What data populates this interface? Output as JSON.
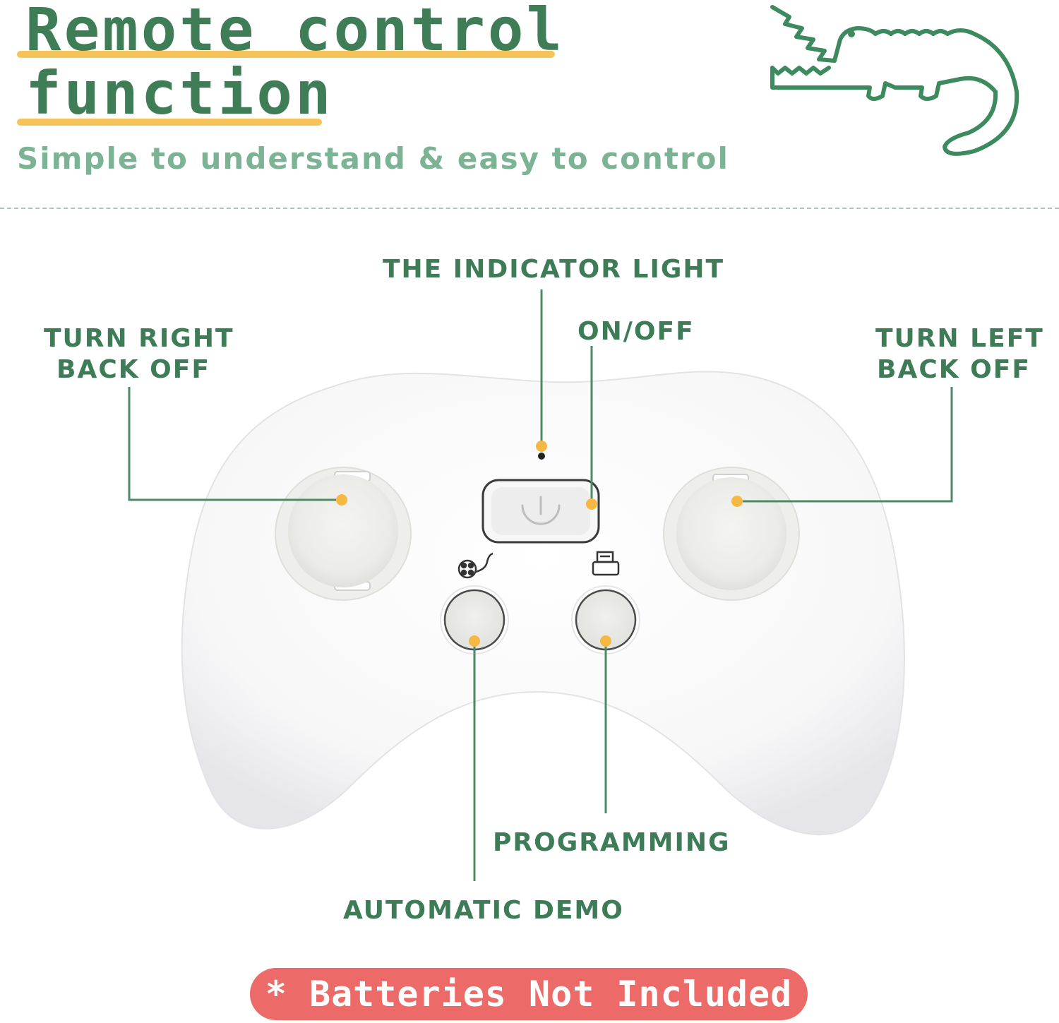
{
  "header": {
    "title_line_1": "Remote control",
    "title_line_2": "function",
    "subtitle": "Simple to understand & easy to control"
  },
  "logo": {
    "icon": "crocodile-icon"
  },
  "callouts": {
    "indicator_light": "THE INDICATOR LIGHT",
    "on_off": "ON/OFF",
    "turn_right_line1": "TURN RIGHT",
    "turn_right_line2": "BACK OFF",
    "turn_left_line1": "TURN LEFT",
    "turn_left_line2": "BACK OFF",
    "programming": "PROGRAMMING",
    "automatic_demo": "AUTOMATIC DEMO"
  },
  "footer": {
    "batteries_note": "* Batteries Not Included"
  },
  "icons": {
    "power": "power-icon",
    "demo": "film-reel-icon",
    "programming": "printer-icon"
  },
  "colors": {
    "title_green": "#3f7d57",
    "subtitle_green": "#7db395",
    "highlight_yellow": "#f6c35b",
    "dot_orange": "#f7b843",
    "badge_red": "#ec6a67"
  }
}
